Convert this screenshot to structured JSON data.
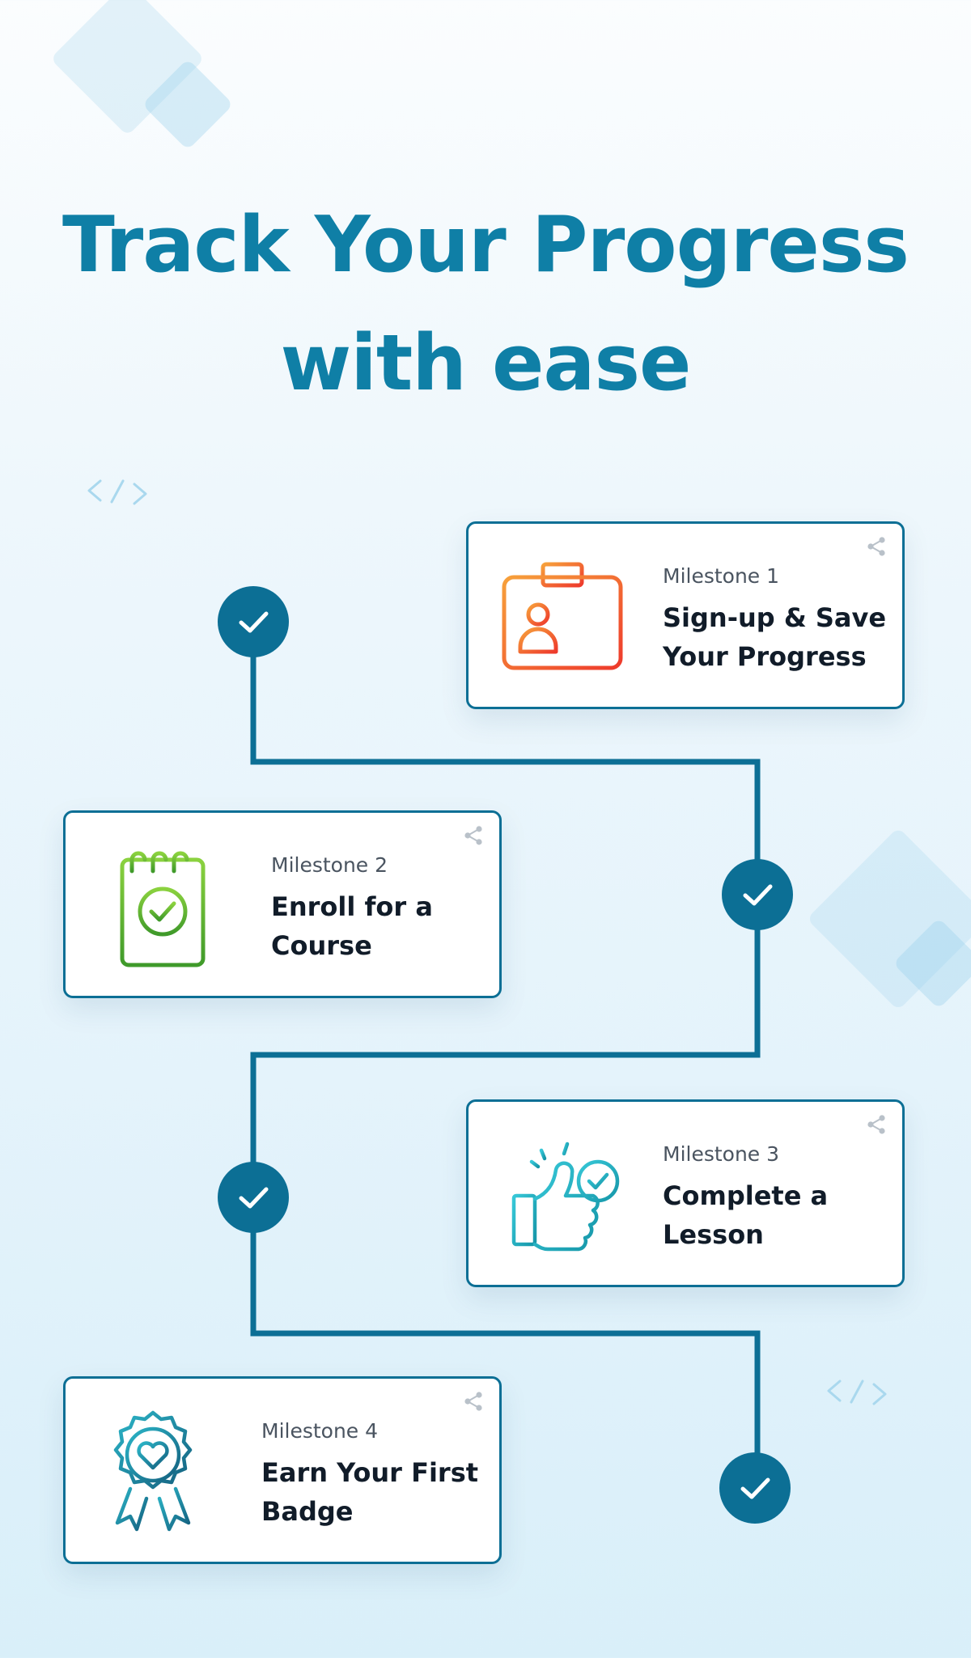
{
  "headline": {
    "line1": "Track Your Progress",
    "line2": "with ease"
  },
  "milestones": [
    {
      "label": "Milestone 1",
      "title_line1": "Sign-up & Save",
      "title_line2": "Your Progress",
      "icon": "id-badge-icon",
      "done": true
    },
    {
      "label": "Milestone 2",
      "title_line1": "Enroll for a",
      "title_line2": "Course",
      "icon": "notepad-check-icon",
      "done": true
    },
    {
      "label": "Milestone 3",
      "title_line1": "Complete a",
      "title_line2": "Lesson",
      "icon": "thumbs-up-check-icon",
      "done": true
    },
    {
      "label": "Milestone 4",
      "title_line1": "Earn Your First",
      "title_line2": "Badge",
      "icon": "award-ribbon-icon",
      "done": true
    }
  ],
  "colors": {
    "primary": "#0f7fa6",
    "path": "#0c6f95",
    "orange": "#f15a2b",
    "green": "#5fb52d",
    "teal": "#1fb5c9",
    "badge": "#167f95"
  }
}
